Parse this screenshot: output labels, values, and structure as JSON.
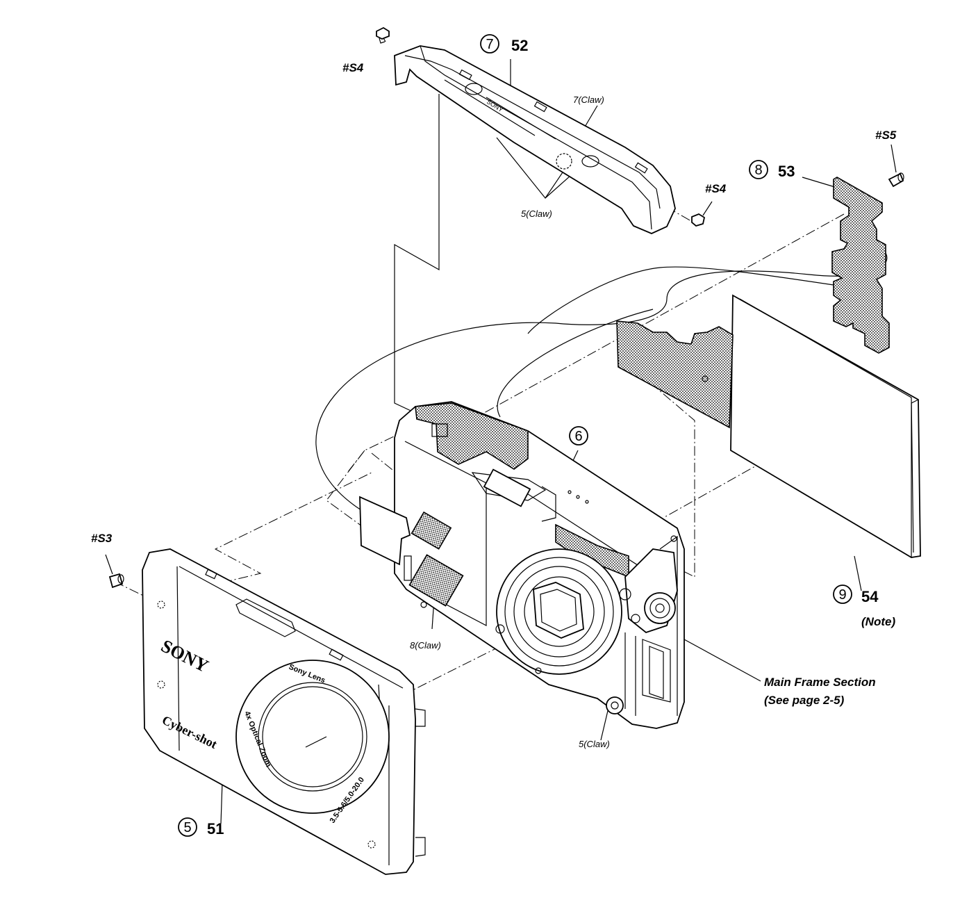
{
  "callouts": {
    "front_cabinet": {
      "index": "5",
      "ref": "51"
    },
    "main_frame_block": {
      "index": "6"
    },
    "top_cover": {
      "index": "7",
      "ref": "52"
    },
    "heat_sink_sheet": {
      "index": "8",
      "ref": "53"
    },
    "lcd_panel": {
      "index": "9",
      "ref": "54",
      "note": "(Note)"
    }
  },
  "screws": {
    "s3": "#S3",
    "s4_left": "#S4",
    "s4_right": "#S4",
    "s5": "#S5"
  },
  "claws": {
    "top_7": "7(Claw)",
    "top_5": "5(Claw)",
    "frame_8": "8(Claw)",
    "frame_5": "5(Claw)"
  },
  "main_frame_section": {
    "line1": "Main Frame Section",
    "line2": "(See page 2-5)"
  },
  "front_cabinet_print": {
    "brand": "SONY",
    "model": "Cyber-shot",
    "lens_top": "Sony Lens",
    "lens_side": "4x Optical Zoom",
    "lens_bottom": "3.5-5.6/5.0-20.0"
  },
  "top_cover_print": "SONY"
}
